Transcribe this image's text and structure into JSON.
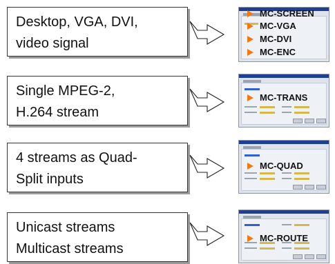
{
  "rows": [
    {
      "input_lines": [
        "Desktop, VGA, DVI,",
        "video signal"
      ],
      "products": [
        "MC-SCREEN",
        "MC-VGA",
        "MC-DVI",
        "MC-ENC"
      ]
    },
    {
      "input_lines": [
        "Single MPEG-2,",
        "H.264 stream"
      ],
      "products": [
        "MC-TRANS"
      ]
    },
    {
      "input_lines": [
        "4 streams as Quad-",
        "Split inputs"
      ],
      "products": [
        "MC-QUAD"
      ]
    },
    {
      "input_lines": [
        "Unicast streams",
        "Multicast streams"
      ],
      "products": [
        "MC-ROUTE"
      ]
    }
  ],
  "colors": {
    "arrow_marker": "#f07a10",
    "window_titlebar": "#1f3f93",
    "box_border": "#333333"
  }
}
